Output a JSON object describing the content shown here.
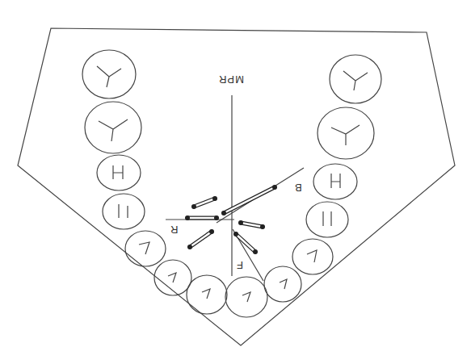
{
  "diagram": {
    "labels": [
      "MPR",
      "B",
      "R",
      "F"
    ]
  }
}
